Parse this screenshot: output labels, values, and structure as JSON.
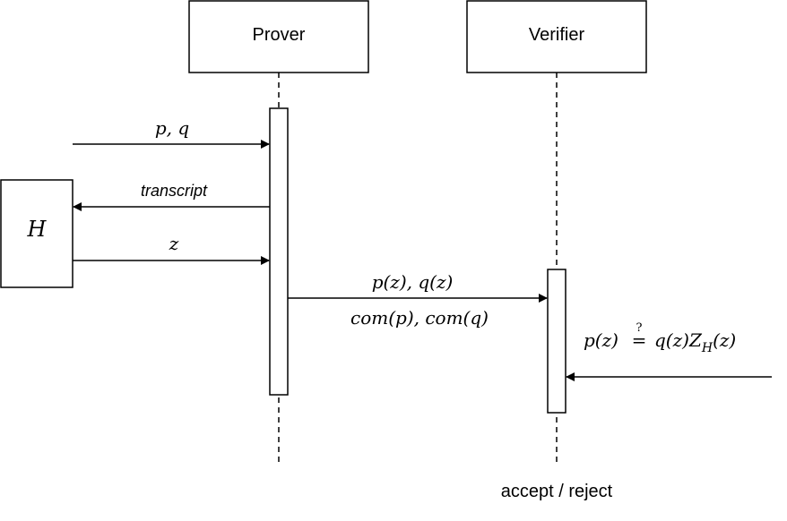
{
  "participants": {
    "prover": "Prover",
    "verifier": "Verifier",
    "hash": "H"
  },
  "messages": {
    "inputs": "p, q",
    "transcript": "transcript",
    "challenge": "z",
    "evaluations": "p(z), q(z)",
    "commitments": "com(p), com(q)"
  },
  "check": {
    "lhs": "p(z)",
    "rel": "=",
    "rel_mark": "?",
    "rhs": "q(z)Z",
    "rhs_sub": "H",
    "rhs_tail": "(z)"
  },
  "outcome": "accept / reject"
}
